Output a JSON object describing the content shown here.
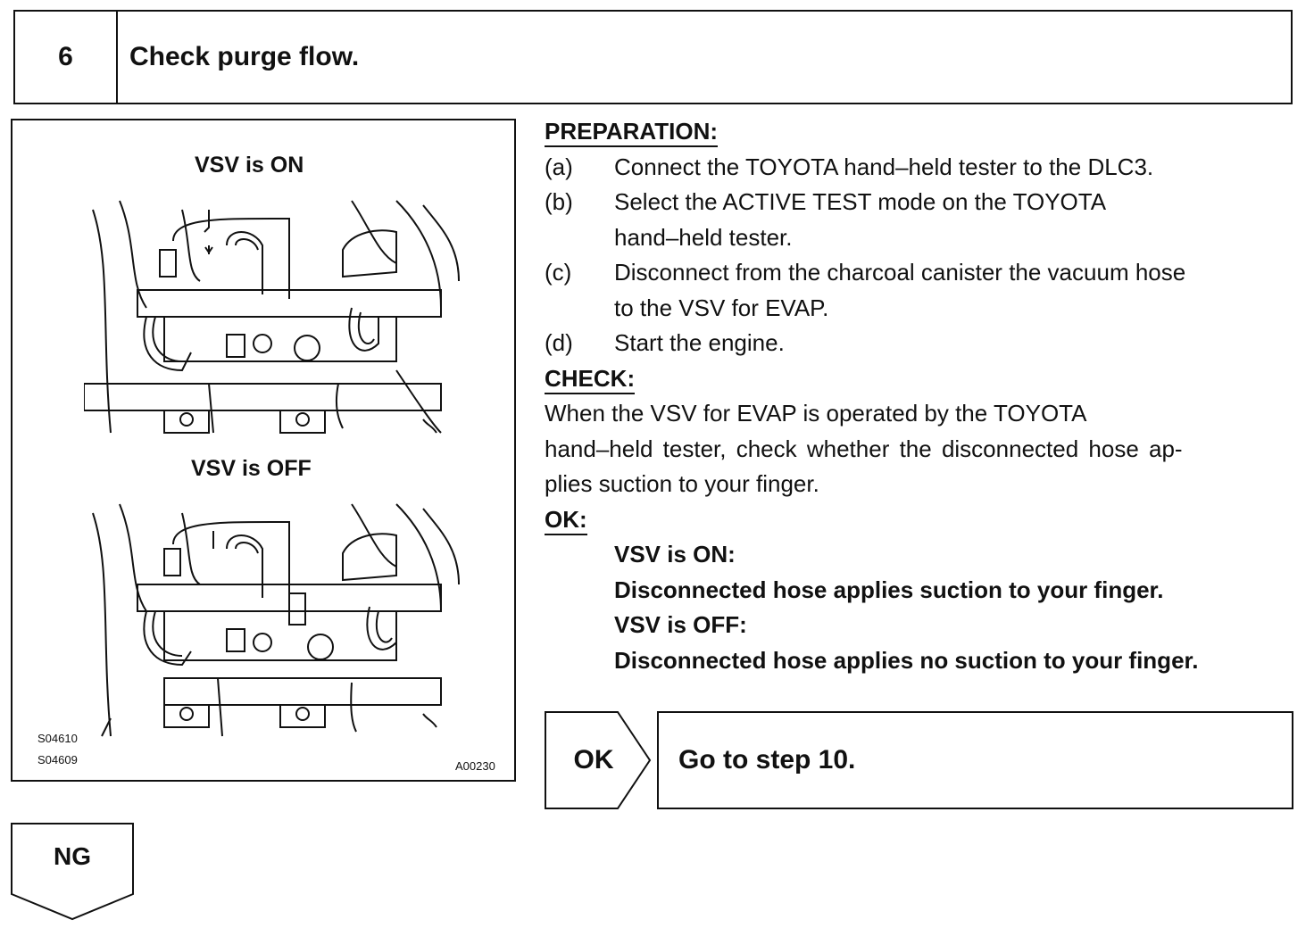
{
  "step": {
    "number": "6",
    "title": "Check purge flow."
  },
  "figure": {
    "caption_on": "VSV is ON",
    "caption_off": "VSV is OFF",
    "code1": "S04610",
    "code2": "S04609",
    "code3": "A00230",
    "icon": "engine-line-drawing"
  },
  "preparation": {
    "heading": "PREPARATION:",
    "items": [
      {
        "mark": "(a)",
        "text": "Connect the TOYOTA hand–held tester to the DLC3."
      },
      {
        "mark": "(b)",
        "line1": "Select the ACTIVE TEST mode on the TOYOTA",
        "line2": "hand–held tester."
      },
      {
        "mark": "(c)",
        "line1": "Disconnect from the charcoal canister the vacuum hose",
        "line2": "to the VSV for EVAP."
      },
      {
        "mark": "(d)",
        "text": "Start the engine."
      }
    ]
  },
  "check": {
    "heading": "CHECK:",
    "line1": "When the VSV for EVAP is operated by the TOYOTA",
    "line2": "hand–held tester, check whether the disconnected hose ap-",
    "line3": "plies suction to your finger."
  },
  "ok_section": {
    "heading": "OK:",
    "lines": [
      "VSV is ON:",
      "Disconnected hose applies suction to your finger.",
      "VSV is OFF:",
      "Disconnected hose applies no suction to your finger."
    ]
  },
  "result_ok": {
    "label": "OK",
    "action": "Go to step 10."
  },
  "result_ng": {
    "label": "NG"
  }
}
